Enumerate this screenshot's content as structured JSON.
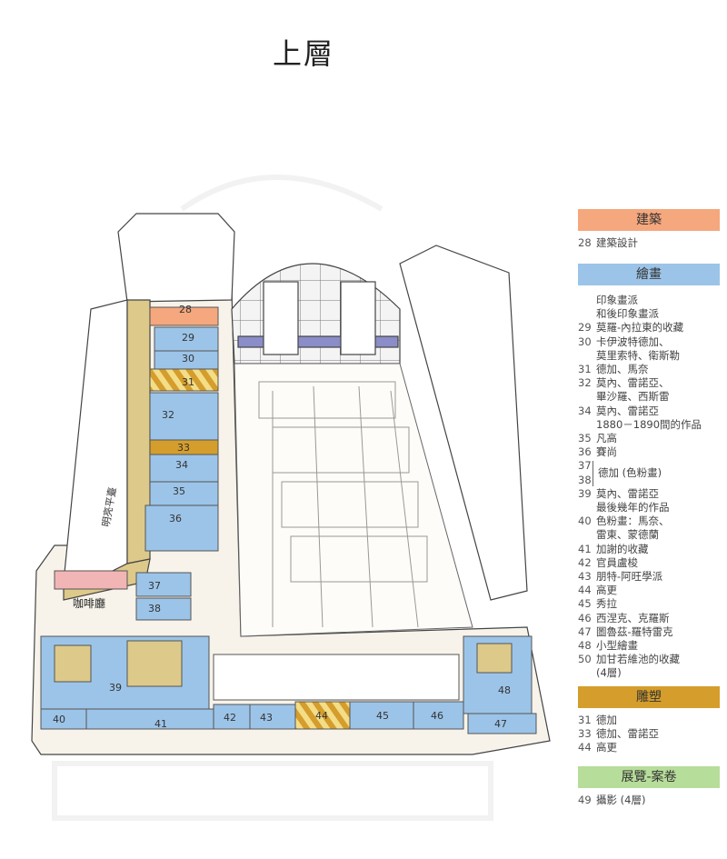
{
  "page_title": "上層",
  "map": {
    "labels": {
      "cafe": "咖啡廳",
      "terrace": "明亮平臺"
    },
    "rooms": [
      "28",
      "29",
      "30",
      "31",
      "32",
      "33",
      "34",
      "35",
      "36",
      "37",
      "38",
      "39",
      "40",
      "41",
      "42",
      "43",
      "44",
      "45",
      "46",
      "47",
      "48"
    ]
  },
  "legend": {
    "architecture": {
      "header": "建築",
      "items": [
        {
          "num": "28",
          "text": "建築設計"
        }
      ]
    },
    "painting": {
      "header": "繪畫",
      "intro": [
        "印象畫派",
        "和後印象畫派"
      ],
      "items": [
        {
          "num": "29",
          "text": "莫羅-內拉東的收藏"
        },
        {
          "num": "30",
          "text": "卡伊波特德加、"
        },
        {
          "num": "",
          "text": "莫里索特、衛斯勒"
        },
        {
          "num": "31",
          "text": "德加、馬奈"
        },
        {
          "num": "32",
          "text": "莫內、雷諾亞、"
        },
        {
          "num": "",
          "text": "畢沙羅、西斯雷"
        },
        {
          "num": "34",
          "text": "莫內、雷諾亞"
        },
        {
          "num": "",
          "text": "1880－1890間的作品"
        },
        {
          "num": "35",
          "text": "凡高"
        },
        {
          "num": "36",
          "text": "賽尚"
        }
      ],
      "bracket": {
        "nums": [
          "37",
          "38"
        ],
        "text": "德加 (色粉畫)"
      },
      "items2": [
        {
          "num": "39",
          "text": "莫內、雷諾亞"
        },
        {
          "num": "",
          "text": "最後幾年的作品"
        },
        {
          "num": "40",
          "text": "色粉畫：馬奈、"
        },
        {
          "num": "",
          "text": "雷東、蒙德蘭"
        },
        {
          "num": "41",
          "text": "加謝的收藏"
        },
        {
          "num": "42",
          "text": "官員盧梭"
        },
        {
          "num": "43",
          "text": "朋特-阿旺學派"
        },
        {
          "num": "44",
          "text": "高更"
        },
        {
          "num": "45",
          "text": "秀拉"
        },
        {
          "num": "46",
          "text": "西涅克、克羅斯"
        },
        {
          "num": "47",
          "text": "圖魯茲-羅特雷克"
        },
        {
          "num": "48",
          "text": "小型繪畫"
        },
        {
          "num": "50",
          "text": "加甘若維池的收藏"
        },
        {
          "num": "",
          "text": "(4層)"
        }
      ]
    },
    "sculpture": {
      "header": "雕塑",
      "items": [
        {
          "num": "31",
          "text": "德加"
        },
        {
          "num": "33",
          "text": "德加、雷諾亞"
        },
        {
          "num": "44",
          "text": "高更"
        }
      ]
    },
    "exhibition": {
      "header": "展覽-案卷",
      "items": [
        {
          "num": "49",
          "text": "攝影 (4層)"
        }
      ]
    }
  },
  "colors": {
    "architecture": "#f5a77d",
    "painting": "#9cc4e8",
    "sculpture": "#d49d2c",
    "exhibition": "#b7dd9a",
    "corridor": "#ddc98a"
  }
}
